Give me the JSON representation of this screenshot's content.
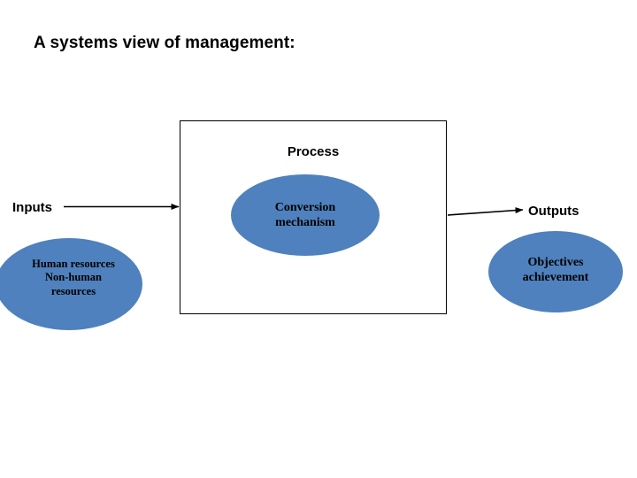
{
  "slide": {
    "title": "A systems view of management:",
    "background_color": "#FFFFFF",
    "shape_fill_color": "#4E81BD",
    "outline_color": "#000000",
    "text_color": "#000000"
  },
  "diagram": {
    "type": "input-process-output flow",
    "process_box": {
      "label": "Process"
    },
    "flow_labels": {
      "inputs": "Inputs",
      "outputs": "Outputs"
    },
    "nodes": [
      {
        "id": "inputs",
        "shape": "ellipse",
        "lines": [
          "Human resources",
          "Non-human",
          "resources"
        ],
        "text": "Human resources Non-human resources"
      },
      {
        "id": "conversion",
        "shape": "ellipse",
        "lines": [
          "Conversion",
          "mechanism"
        ],
        "text": "Conversion mechanism"
      },
      {
        "id": "outputs",
        "shape": "ellipse",
        "lines": [
          "Objectives",
          "achievement"
        ],
        "text": "Objectives achievement"
      }
    ],
    "connectors": [
      {
        "id": "inputs-to-process",
        "from": "Inputs",
        "to": "Process",
        "style": "arrow-right"
      },
      {
        "id": "process-to-outputs",
        "from": "Process",
        "to": "Outputs",
        "style": "arrow-right"
      }
    ]
  }
}
